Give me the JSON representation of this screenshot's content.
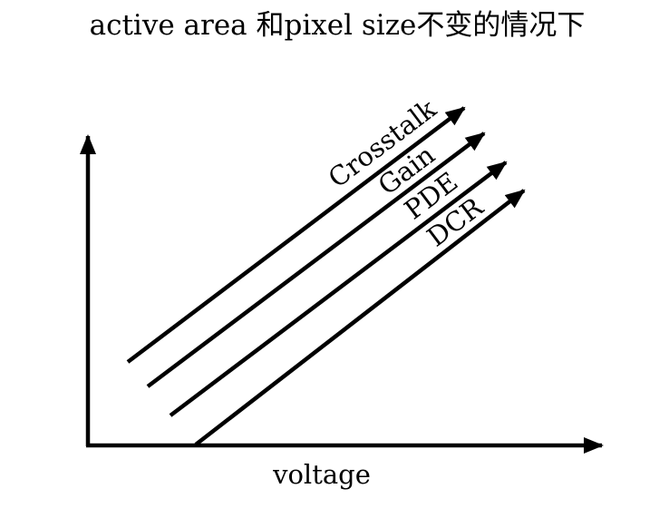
{
  "diagram": {
    "title": "active area 和pixel size不变的情况下",
    "x_axis_label": "voltage",
    "lines": [
      {
        "label": "Crosstalk"
      },
      {
        "label": "Gain"
      },
      {
        "label": "PDE"
      },
      {
        "label": "DCR"
      }
    ],
    "colors": {
      "ink": "#000000",
      "background": "#ffffff"
    }
  }
}
